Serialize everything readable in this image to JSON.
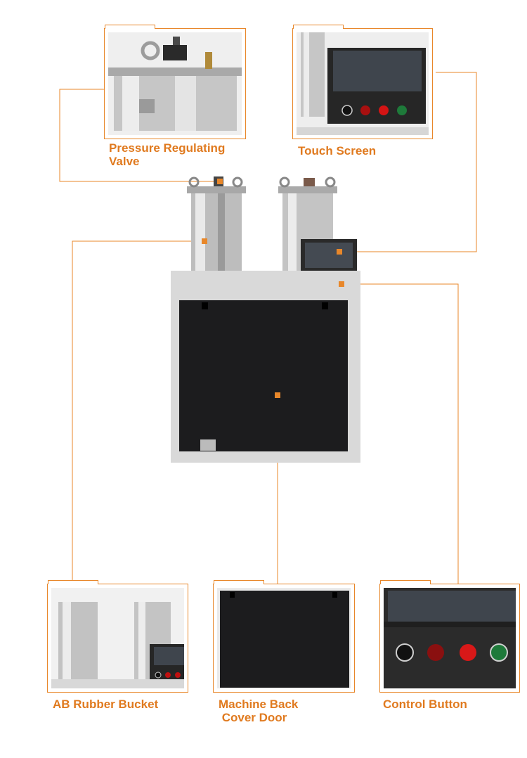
{
  "callouts": {
    "pressure_valve": "Pressure Regulating\nValve",
    "touch_screen": "Touch Screen",
    "ab_bucket": "AB Rubber Bucket",
    "back_door": "Machine Back\n Cover Door",
    "control_button": "Control Button"
  },
  "colors": {
    "accent": "#e8872a",
    "cabinet_frame": "#d9d9d9",
    "cabinet_panel": "#1c1c1e",
    "steel": "#c8c8c8"
  }
}
